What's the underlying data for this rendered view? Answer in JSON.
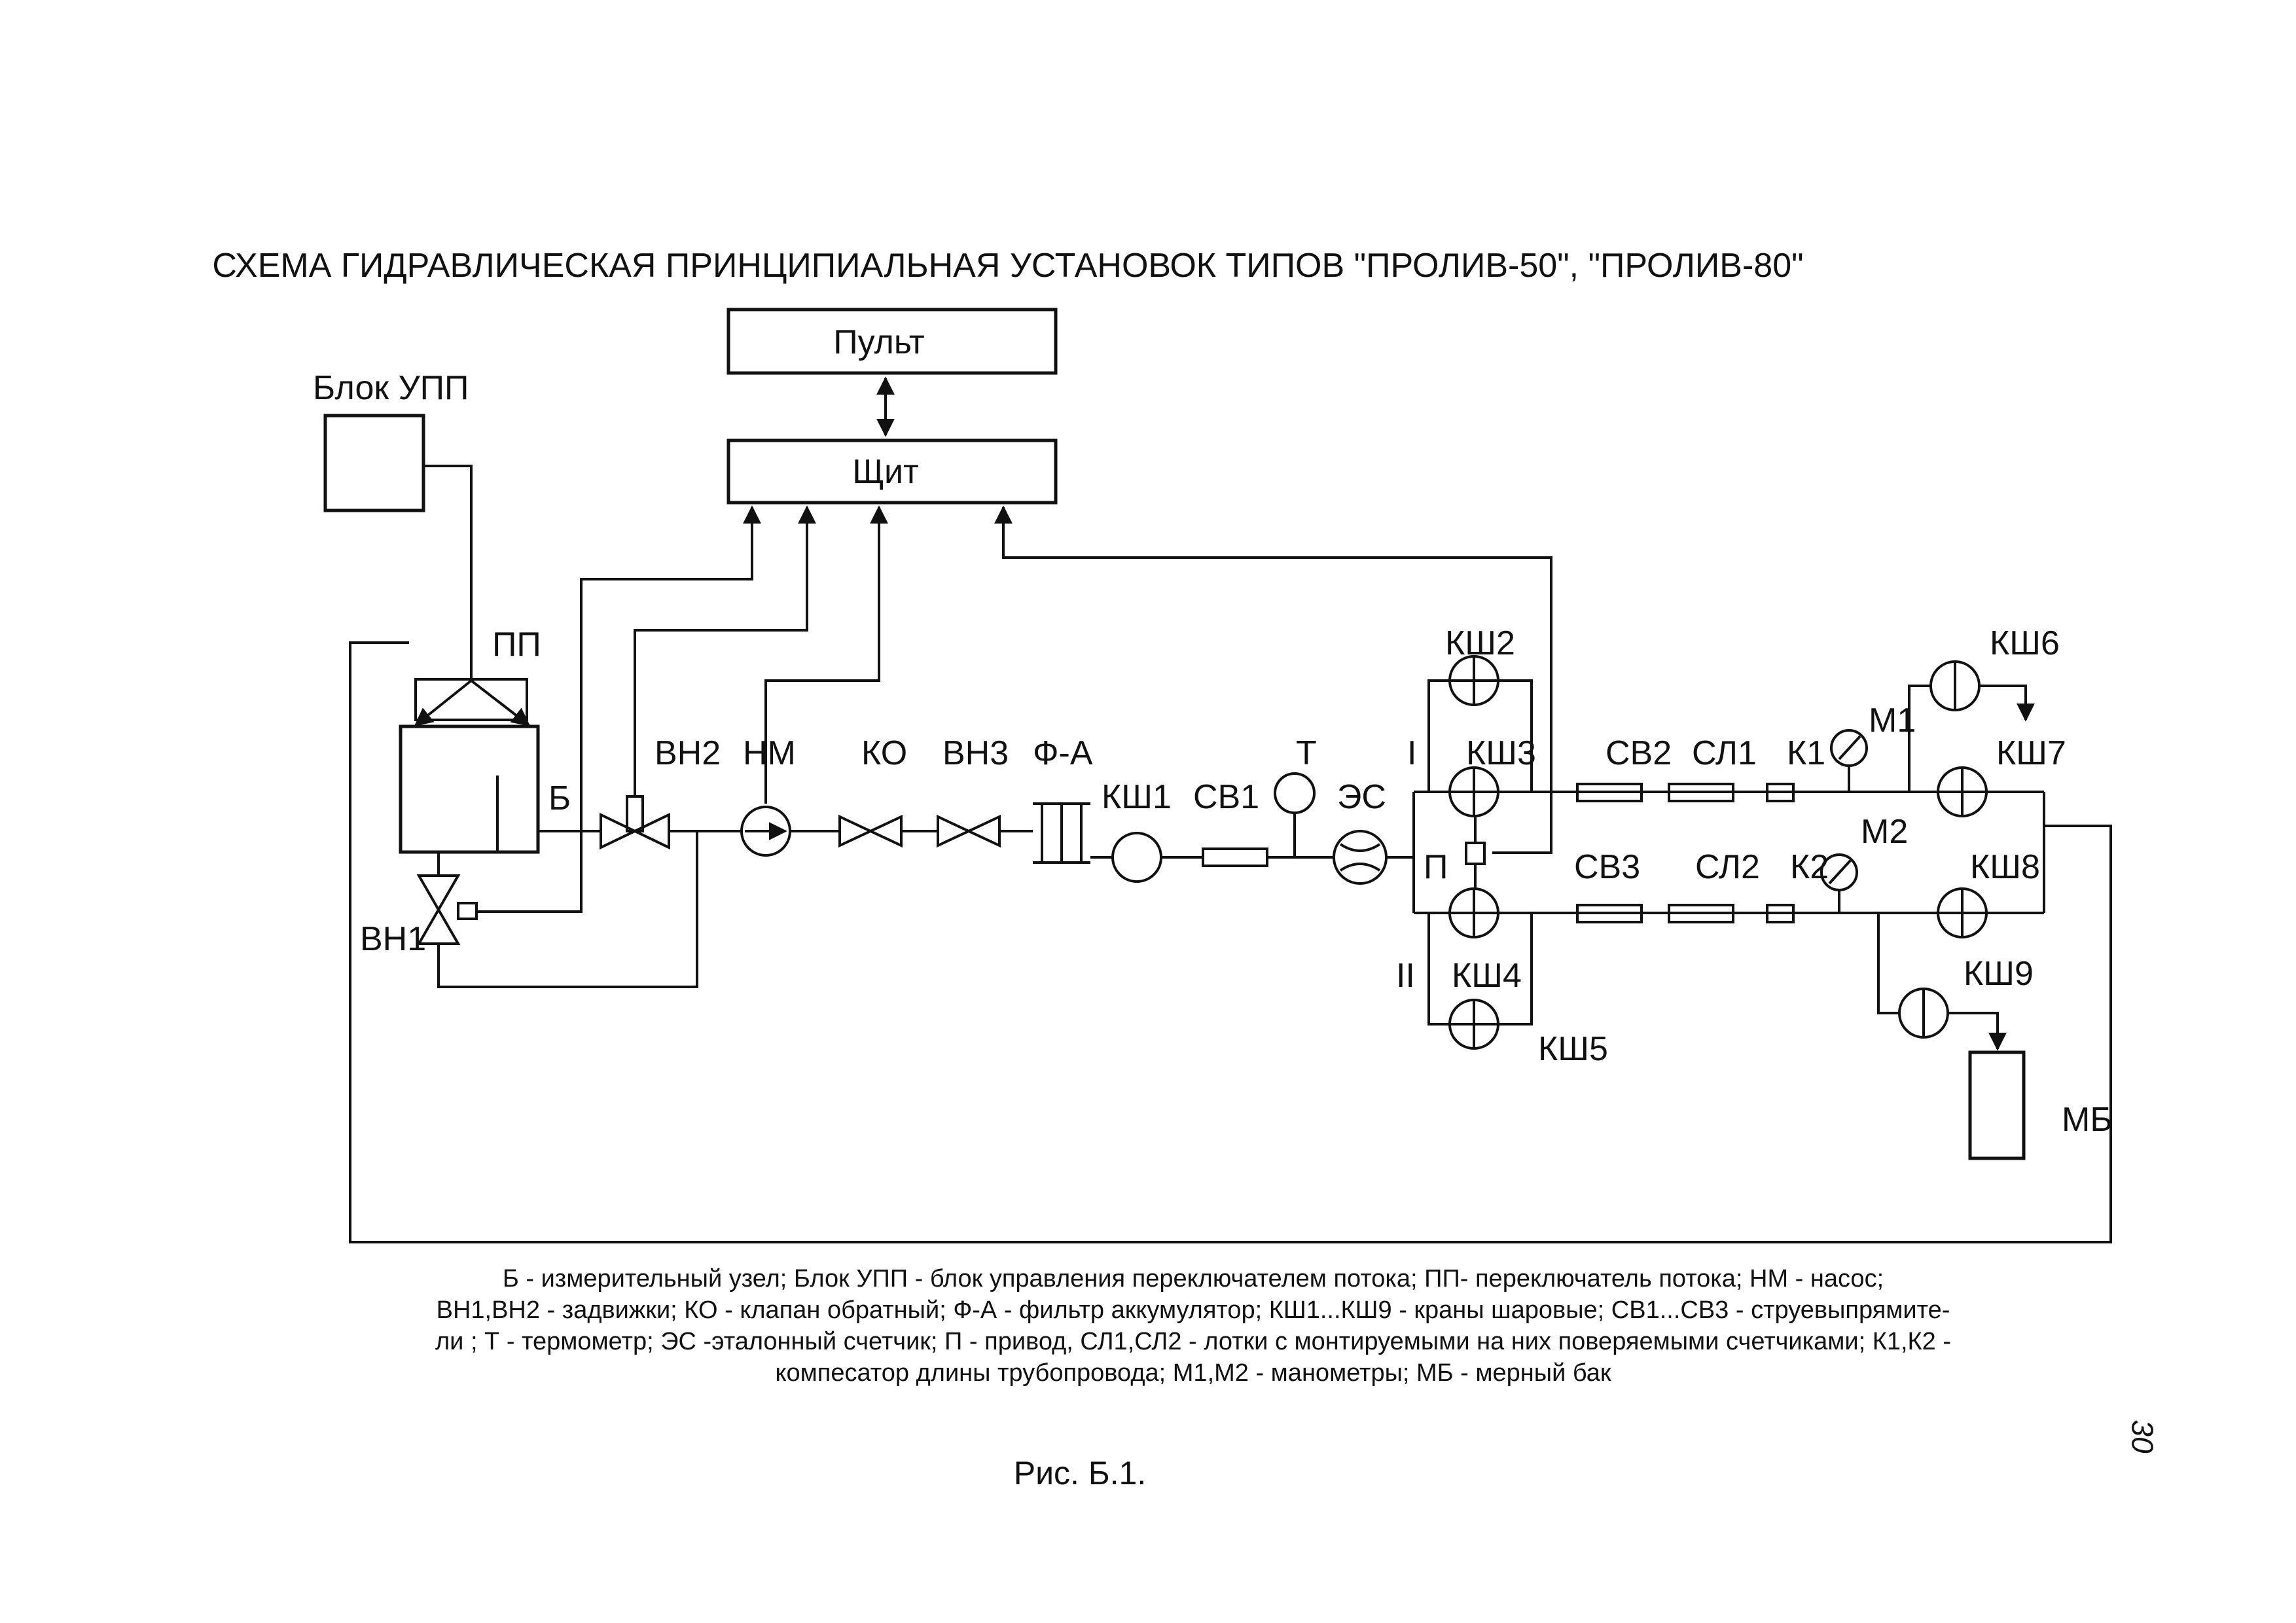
{
  "title": "СХЕМА ГИДРАВЛИЧЕСКАЯ ПРИНЦИПИАЛЬНАЯ УСТАНОВОК ТИПОВ \"ПРОЛИВ-50\", \"ПРОЛИВ-80\"",
  "blocks": {
    "pult": "Пульт",
    "shchit": "Щит",
    "upp": "Блок УПП"
  },
  "labels": {
    "pp": "ПП",
    "b": "Б",
    "vn1": "ВН1",
    "vn2": "ВН2",
    "nm": "НМ",
    "ko": "КО",
    "vn3": "ВН3",
    "fa": "Ф-А",
    "ksh1": "КШ1",
    "sv1": "СВ1",
    "t": "Т",
    "es": "ЭС",
    "i": "I",
    "ii": "II",
    "p": "П",
    "ksh2": "КШ2",
    "ksh3": "КШ3",
    "ksh4": "КШ4",
    "ksh5": "КШ5",
    "sv2": "СВ2",
    "sl1": "СЛ1",
    "k1": "К1",
    "m1": "М1",
    "sv3": "СВ3",
    "sl2": "СЛ2",
    "k2": "К2",
    "m2": "М2",
    "ksh6": "КШ6",
    "ksh7": "КШ7",
    "ksh8": "КШ8",
    "ksh9": "КШ9",
    "mb": "МБ"
  },
  "legend": [
    "Б - измерительный узел;  Блок  УПП - блок управления переключателем потока; ПП- переключатель потока; НМ - насос;",
    "ВН1,ВН2 - задвижки; КО - клапан обратный; Ф-А - фильтр аккумулятор;  КШ1...КШ9 - краны шаровые; СВ1...СВ3 - струевыпрямите-",
    "ли ; Т - термометр; ЭС -эталонный счетчик; П - привод, СЛ1,СЛ2 - лотки с монтируемыми на них поверяемыми счетчиками; К1,К2 -",
    "компесатор длины трубопровода;  М1,М2 - манометры; МБ - мерный бак"
  ],
  "figure_caption": "Рис. Б.1.",
  "page_number": "30"
}
